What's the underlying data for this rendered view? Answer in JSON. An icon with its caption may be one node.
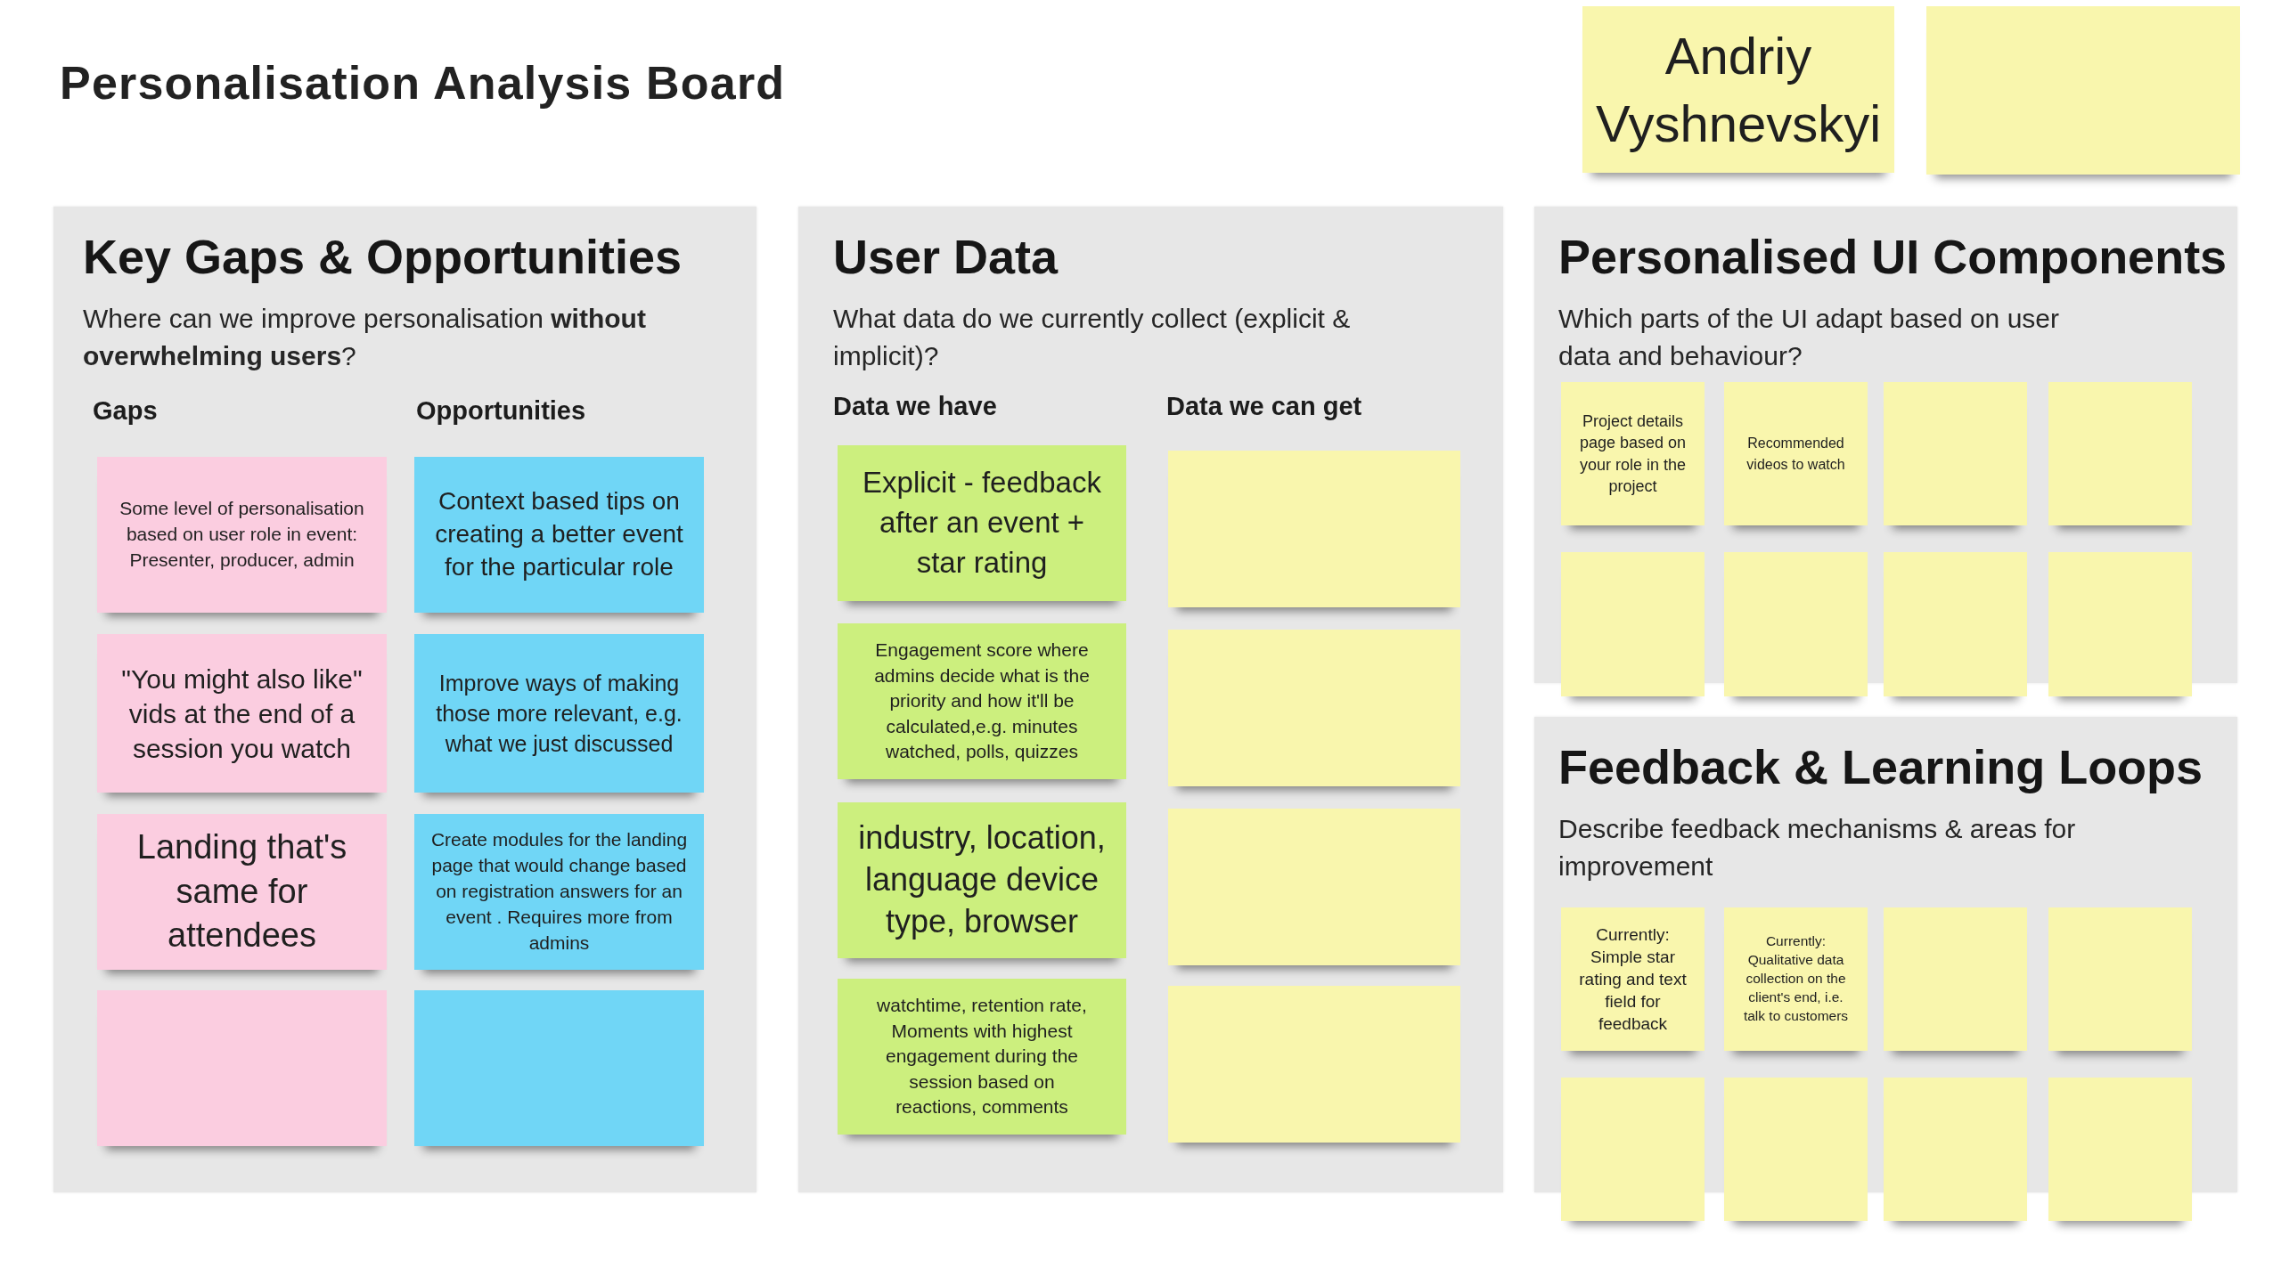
{
  "diagram": {
    "title": "Personalisation Analysis Board",
    "nodes": [
      {
        "text": [
          "Andriy Vyshnevskyi"
        ]
      },
      {
        "text": [],
        "shape": "box"
      },
      {
        "text": [
          "Key Gaps & Opportunities",
          "Where can we improve personalisation **without overwhelming users**?",
          "Gaps",
          "Opportunities"
        ]
      },
      {
        "text": [
          "Some level of personalisation based on user role in event: Presenter, producer, admin"
        ],
        "in": 2
      },
      {
        "text": [
          "Context based tips on creating a better event for the particular role"
        ],
        "in": 2
      },
      {
        "text": [
          "\"You might also like\" vids at the end of a session you watch"
        ],
        "in": 2
      },
      {
        "text": [
          "Improve ways of making those more relevant, e.g. what we just discussed"
        ],
        "in": 2
      },
      {
        "text": [
          "Landing that's same for attendees"
        ],
        "in": 2
      },
      {
        "text": [
          "Create modules for the landing page that would change based on registration answers for an event . Requires more from admins"
        ],
        "in": 2
      },
      {
        "text": [],
        "shape": "box",
        "in": 2
      },
      {
        "text": [],
        "shape": "box",
        "in": 2
      },
      {
        "text": [
          "User Data",
          "What data do we currently collect (explicit & implicit)?",
          "Data we have",
          "Data we can get"
        ]
      },
      {
        "text": [
          "Explicit - feedback after an event + star rating"
        ],
        "in": 11
      },
      {
        "text": [],
        "shape": "box",
        "in": 11
      },
      {
        "text": [
          "Engagement score where admins decide what is the priority and how it'll be calculated,e.g. minutes watched, polls, quizzes"
        ],
        "in": 11
      },
      {
        "text": [],
        "shape": "box",
        "in": 11
      },
      {
        "text": [
          "industry, location, language device type, browser"
        ],
        "in": 11
      },
      {
        "text": [],
        "shape": "box",
        "in": 11
      },
      {
        "text": [
          "watchtime, retention rate, Moments with highest engagement during the session based on reactions, comments"
        ],
        "in": 11
      },
      {
        "text": [],
        "shape": "box",
        "in": 11
      },
      {
        "text": [
          "Personalised UI Components",
          "Which parts of the UI adapt based on user data and behaviour?"
        ]
      },
      {
        "text": [
          "Project details page based on your role in the project"
        ],
        "in": 20
      },
      {
        "text": [
          "Recommended videos to watch"
        ],
        "in": 20
      },
      {
        "text": [],
        "shape": "box",
        "in": 20
      },
      {
        "text": [],
        "shape": "box",
        "in": 20
      },
      {
        "text": [],
        "shape": "box"
      },
      {
        "text": [],
        "shape": "box"
      },
      {
        "text": [],
        "shape": "box"
      },
      {
        "text": [],
        "shape": "box"
      },
      {
        "text": [
          "Feedback & Learning Loops",
          "Describe feedback mechanisms & areas for improvement"
        ]
      },
      {
        "text": [
          "Currently: Simple star rating and text field for feedback"
        ],
        "in": 29
      },
      {
        "text": [
          "Currently: Qualitative data collection on the client's end, i.e. talk to customers"
        ],
        "in": 29
      },
      {
        "text": [],
        "shape": "box",
        "in": 29
      },
      {
        "text": [],
        "shape": "box",
        "in": 29
      },
      {
        "text": [],
        "shape": "box"
      },
      {
        "text": [],
        "shape": "box"
      },
      {
        "text": [],
        "shape": "box"
      },
      {
        "text": [],
        "shape": "box"
      }
    ]
  }
}
